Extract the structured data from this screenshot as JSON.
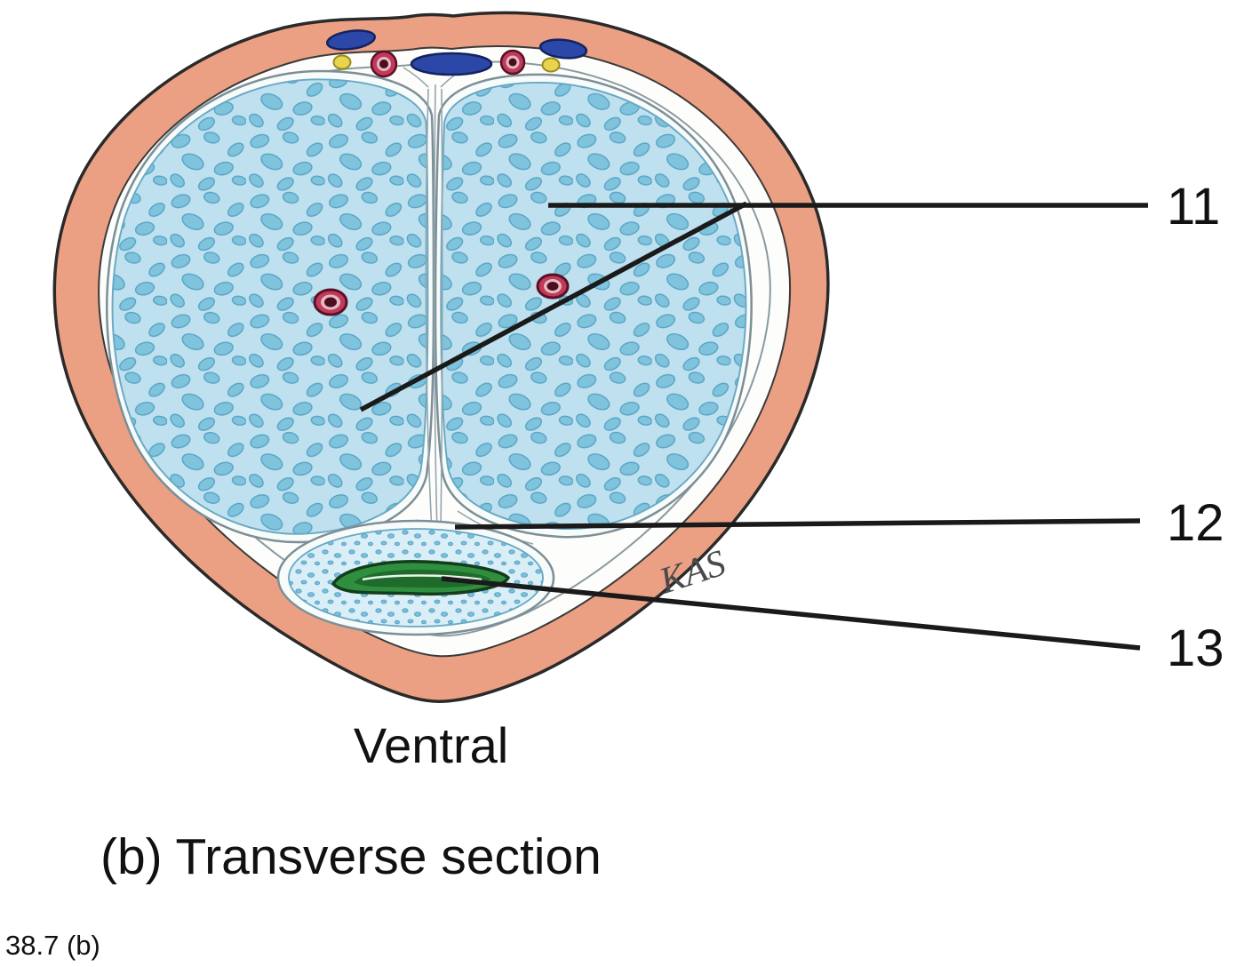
{
  "figure": {
    "orientation_label": "Ventral",
    "caption": "(b) Transverse section",
    "figure_number": "38.7 (b)",
    "signature": "KAS",
    "labels": [
      "11",
      "12",
      "13"
    ],
    "colors": {
      "skin": "#EBA084",
      "tissue_blue": "#BFE0EE",
      "trabecula_blue": "#7FC3DD",
      "artery_red": "#C13A5C",
      "artery_core": "#4A0E1E",
      "vein_blue": "#2B47A8",
      "nerve_yellow": "#E8D44F",
      "urethra_green": "#2F8F3F",
      "line_black": "#1A1A1A"
    }
  }
}
